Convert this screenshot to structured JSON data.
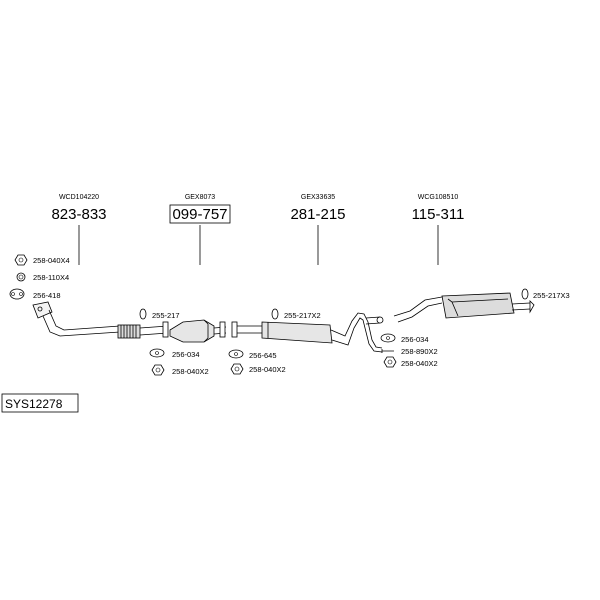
{
  "system_code": "SYS12278",
  "groups": [
    {
      "supplier_code": "WCD104220",
      "part_number": "823-833",
      "boxed": false
    },
    {
      "supplier_code": "GEX8073",
      "part_number": "099-757",
      "boxed": true
    },
    {
      "supplier_code": "GEX33635",
      "part_number": "281-215",
      "boxed": false
    },
    {
      "supplier_code": "WCG108510",
      "part_number": "115-311",
      "boxed": false
    }
  ],
  "fittings": {
    "f1": "258-040X4",
    "f2": "258-110X4",
    "f3": "256-418",
    "f4": "255-217",
    "f5": "256-034",
    "f6": "258-040X2",
    "f7": "255-217X2",
    "f8": "256-645",
    "f9": "258-040X2",
    "f10": "256-034",
    "f11": "258-890X2",
    "f12": "258-040X2",
    "f13": "255-217X3"
  }
}
